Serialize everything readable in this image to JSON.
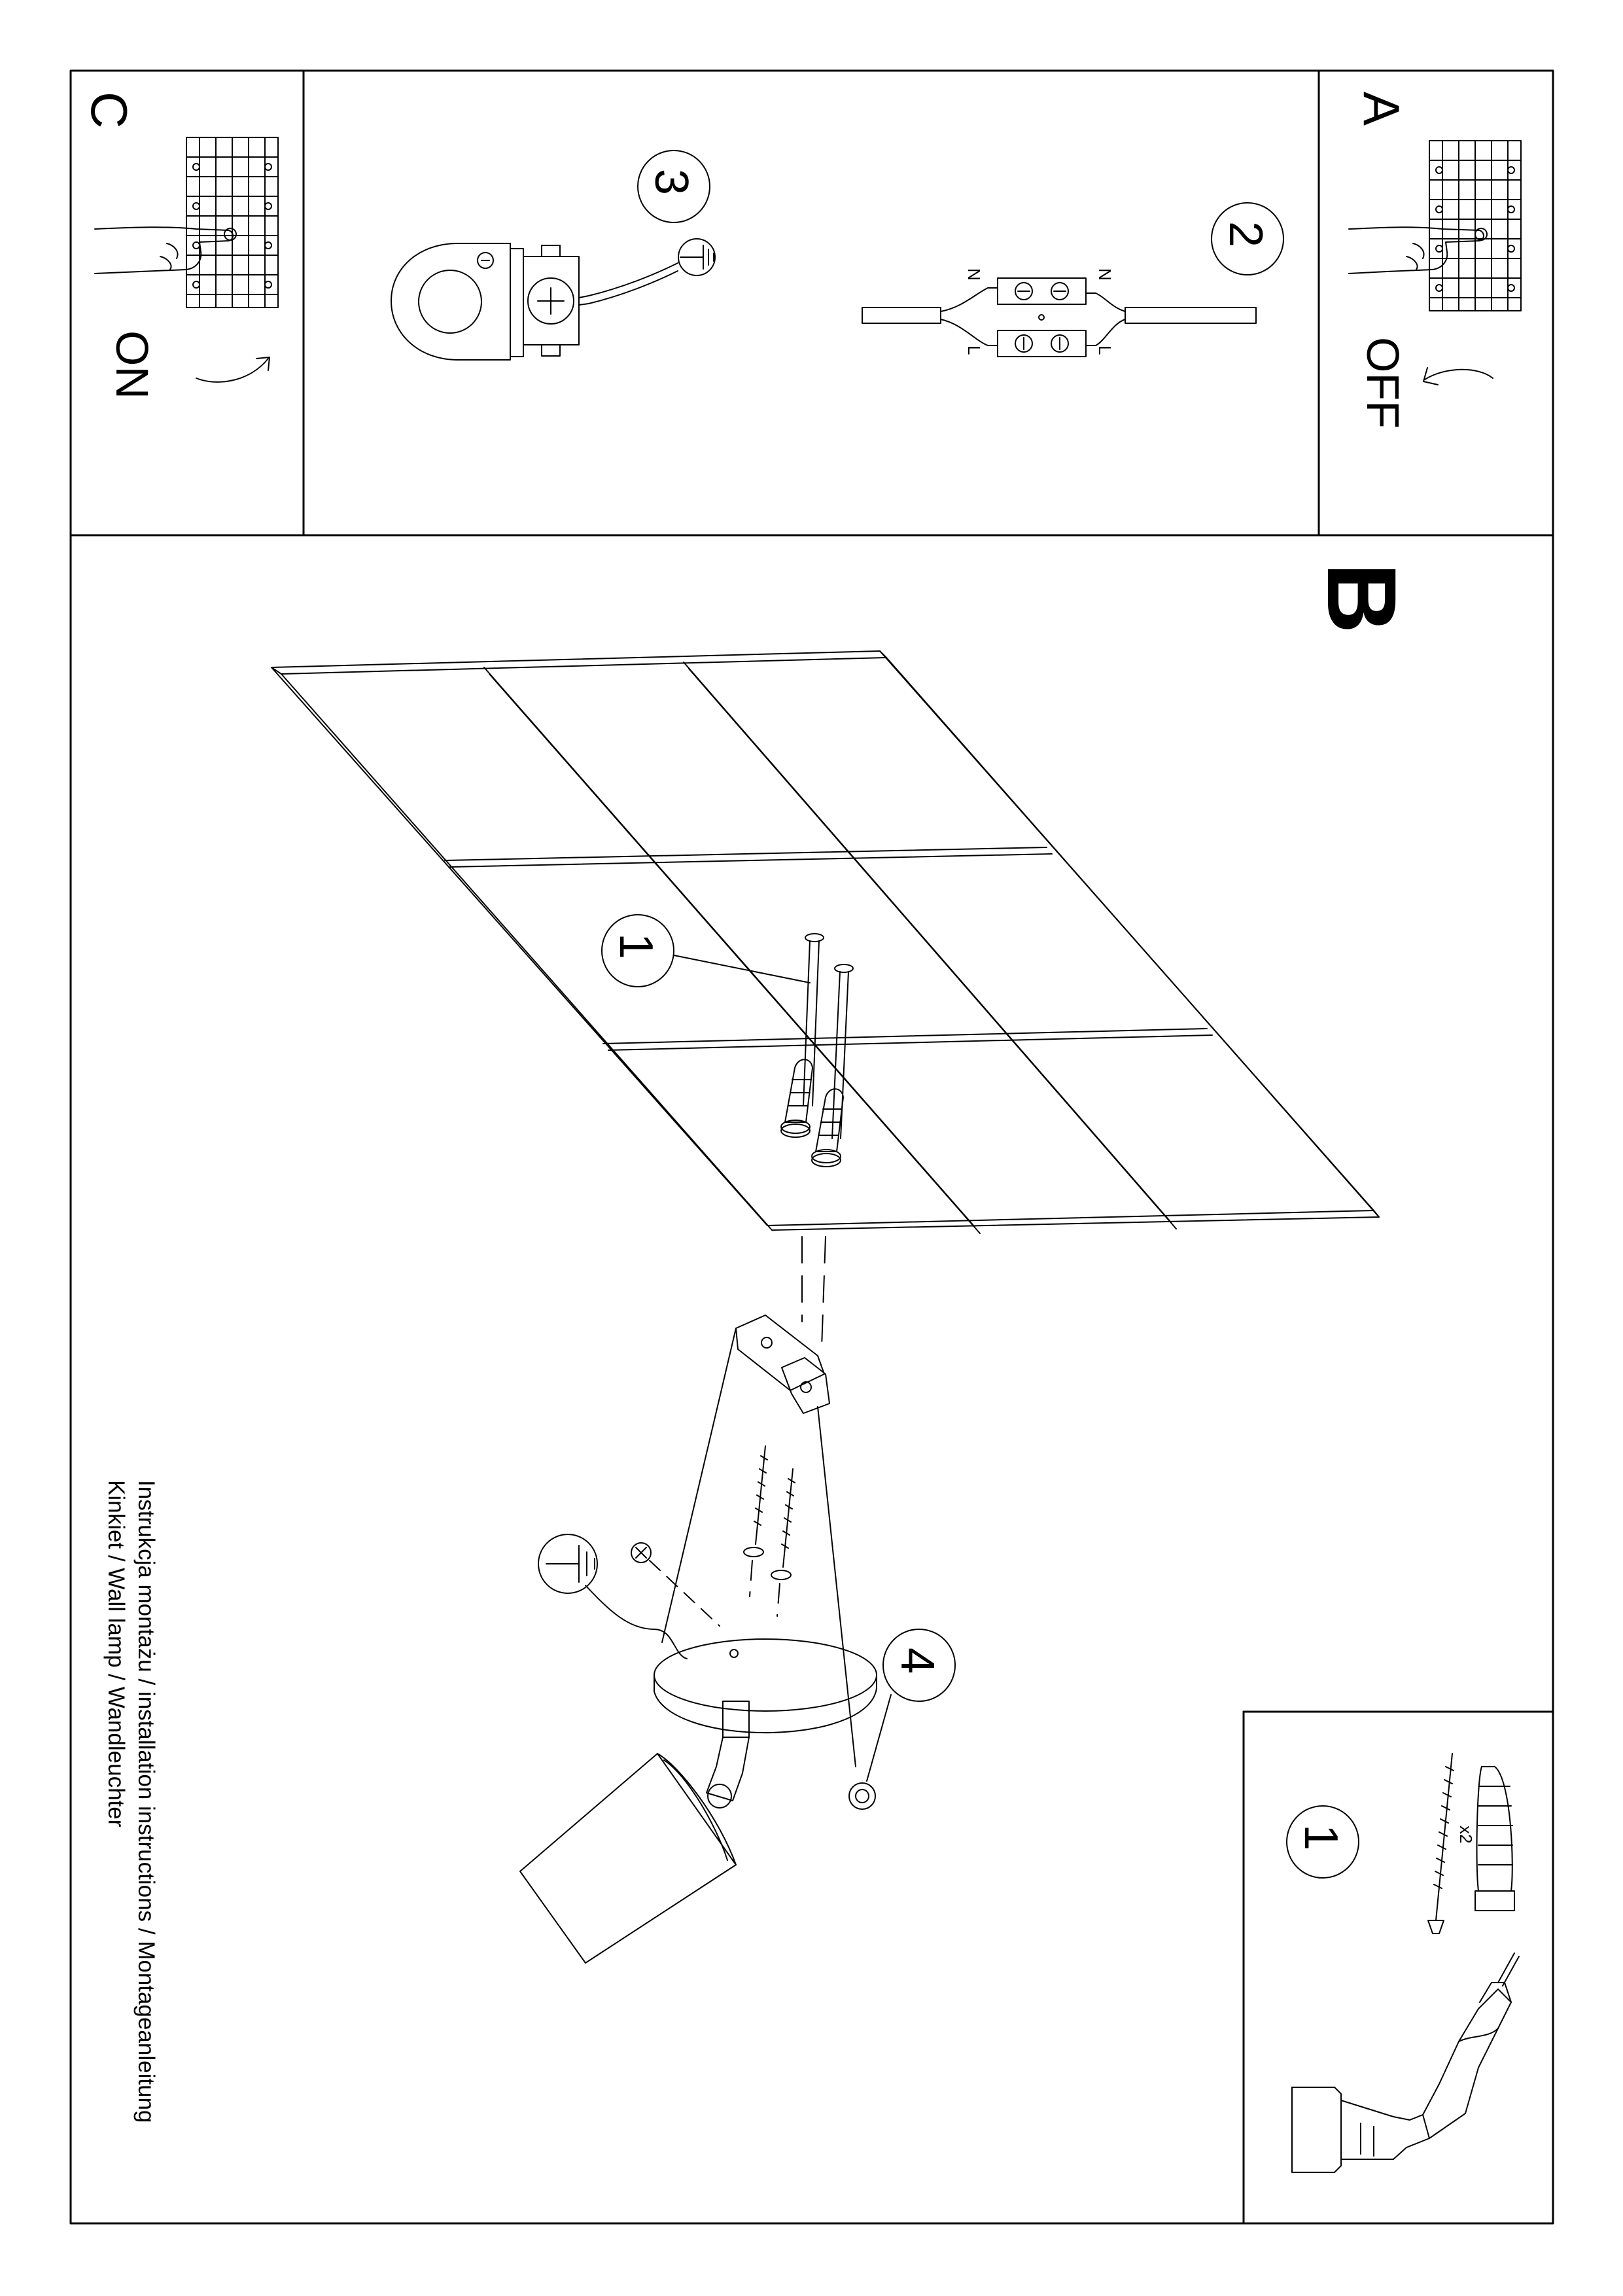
{
  "document": {
    "title_lines": [
      "Instrukcja montażu / installation instructions / Montageanleitung",
      "Kinkiet / Wall lamp / Wandleuchter"
    ]
  },
  "panels": {
    "A": {
      "letter": "A",
      "state_label": "OFF"
    },
    "B": {
      "letter": "B"
    },
    "C": {
      "letter": "C",
      "state_label": "ON"
    }
  },
  "steps": {
    "step1": "1",
    "step2": "2",
    "step3": "3",
    "step4": "4"
  },
  "terminal_labels": {
    "n_left": "N",
    "n_right": "N",
    "l_left": "L",
    "l_right": "L"
  },
  "parts": {
    "part_number": "1",
    "quantity": "x2"
  },
  "tools": [
    "drill-icon"
  ],
  "symbols": [
    "earth-ground-icon",
    "switchboard-icon",
    "hand-icon"
  ],
  "colors": {
    "ink": "#000000",
    "paper": "#ffffff"
  }
}
